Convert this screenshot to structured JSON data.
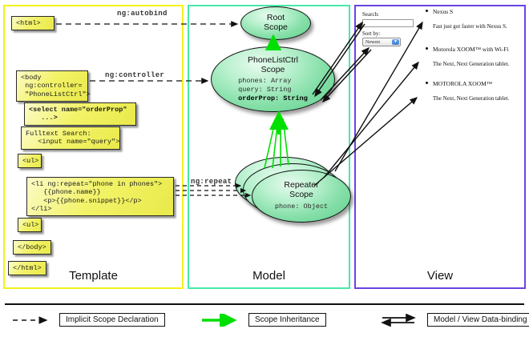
{
  "columns": [
    {
      "id": "template",
      "label": "Template",
      "border_color": "#f2f21a"
    },
    {
      "id": "model",
      "label": "Model",
      "border_color": "#45eaa8"
    },
    {
      "id": "view",
      "label": "View",
      "border_color": "#6a44e0"
    }
  ],
  "template": {
    "boxes": [
      {
        "id": "html-open",
        "text": "<html>"
      },
      {
        "id": "body-open",
        "text": "<body\n ng:controller=\n \"PhoneListCtrl\">"
      },
      {
        "id": "select",
        "text": "<select name=\"orderProp\"\n   ...>"
      },
      {
        "id": "fulltext",
        "text": "Fulltext Search:\n   <input name=\"query\">"
      },
      {
        "id": "ul-open",
        "text": "<ul>"
      },
      {
        "id": "li-repeat",
        "text": "<li ng:repeat=\"phone in phones\">\n   {{phone.name}}\n   <p>{{phone.snippet}}</p>\n</li>"
      },
      {
        "id": "ul-close",
        "text": "<ul>"
      },
      {
        "id": "body-close",
        "text": "</body>"
      },
      {
        "id": "html-close",
        "text": "</html>"
      }
    ]
  },
  "model": {
    "scopes": [
      {
        "id": "root-scope",
        "title": "Root\nScope",
        "props": []
      },
      {
        "id": "phonelist-scope",
        "title": "PhoneListCtrl\nScope",
        "props": [
          "phones: Array",
          "query: String",
          "orderProp: String"
        ],
        "bold_props": [
          "orderProp: String"
        ]
      },
      {
        "id": "repeater-scope",
        "title": "Repeater\nScope",
        "props": [
          "phone: Object"
        ]
      }
    ]
  },
  "view": {
    "search_label": "Search:",
    "search_value": "",
    "sort_label": "Sort by:",
    "sort_value": "Newest",
    "sort_options": [
      "Newest"
    ],
    "phones": [
      {
        "name": "Nexus S",
        "snippet": "Fast just got faster with Nexus S."
      },
      {
        "name": "Motorola XOOM™ with Wi-Fi",
        "snippet": "The Next, Next Generation tablet."
      },
      {
        "name": "MOTOROLA XOOM™",
        "snippet": "The Next, Next Generation tablet."
      }
    ]
  },
  "edges": [
    {
      "id": "ng-autobind",
      "label": "ng:autobind"
    },
    {
      "id": "ng-controller",
      "label": "ng:controller"
    },
    {
      "id": "ng-repeat",
      "label": "ng:repeat"
    }
  ],
  "legend": [
    {
      "id": "implicit-scope-declaration",
      "label": "Implicit Scope Declaration",
      "style": "dashed-arrow",
      "color": "#111111"
    },
    {
      "id": "scope-inheritance",
      "label": "Scope Inheritance",
      "style": "solid-arrow",
      "color": "#00e800"
    },
    {
      "id": "model-view-data-binding",
      "label": "Model / View Data-binding",
      "style": "double-arrow",
      "color": "#111111"
    }
  ]
}
